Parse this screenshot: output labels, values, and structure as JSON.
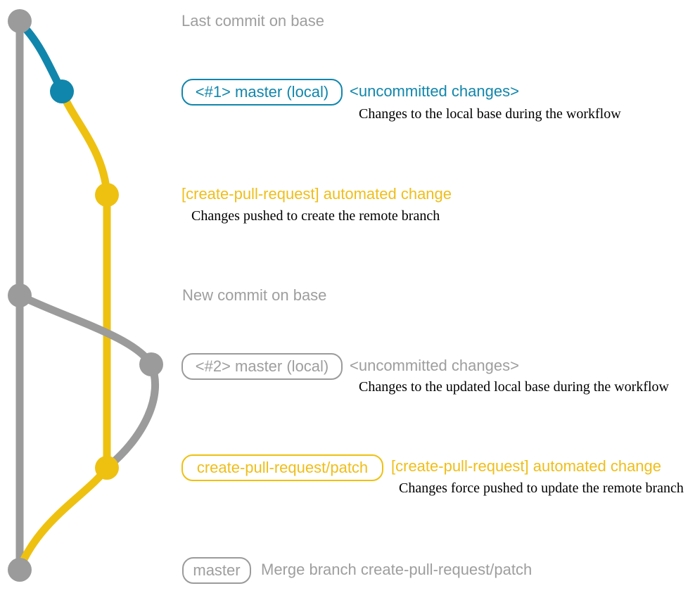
{
  "colors": {
    "gray": "#9B9B9B",
    "gray_text": "#9E9E9E",
    "teal": "#1186AC",
    "gold": "#EEC111",
    "gold_text": "#EFBE1A",
    "ink": "#000000",
    "background": "#FFFFFF"
  },
  "labels": {
    "last_commit": "Last commit on base",
    "new_commit": "New commit on base"
  },
  "rows": {
    "local1": {
      "badge": "<#1> master (local)",
      "title": "<uncommitted changes>",
      "desc": "Changes to the local base during the workflow"
    },
    "push1": {
      "title": "[create-pull-request] automated change",
      "desc": "Changes pushed to create the remote branch"
    },
    "local2": {
      "badge": "<#2> master (local)",
      "title": "<uncommitted changes>",
      "desc": "Changes to the updated local base during the workflow"
    },
    "push2": {
      "badge": "create-pull-request/patch",
      "title": "[create-pull-request] automated change",
      "desc": "Changes force pushed to update the remote branch"
    },
    "merge": {
      "badge": "master",
      "label": "Merge branch create-pull-request/patch"
    }
  },
  "graph": {
    "branches": [
      "base (gray)",
      "uncommitted (teal)",
      "create-pull-request/patch (gold)"
    ],
    "commit_count": 7
  }
}
